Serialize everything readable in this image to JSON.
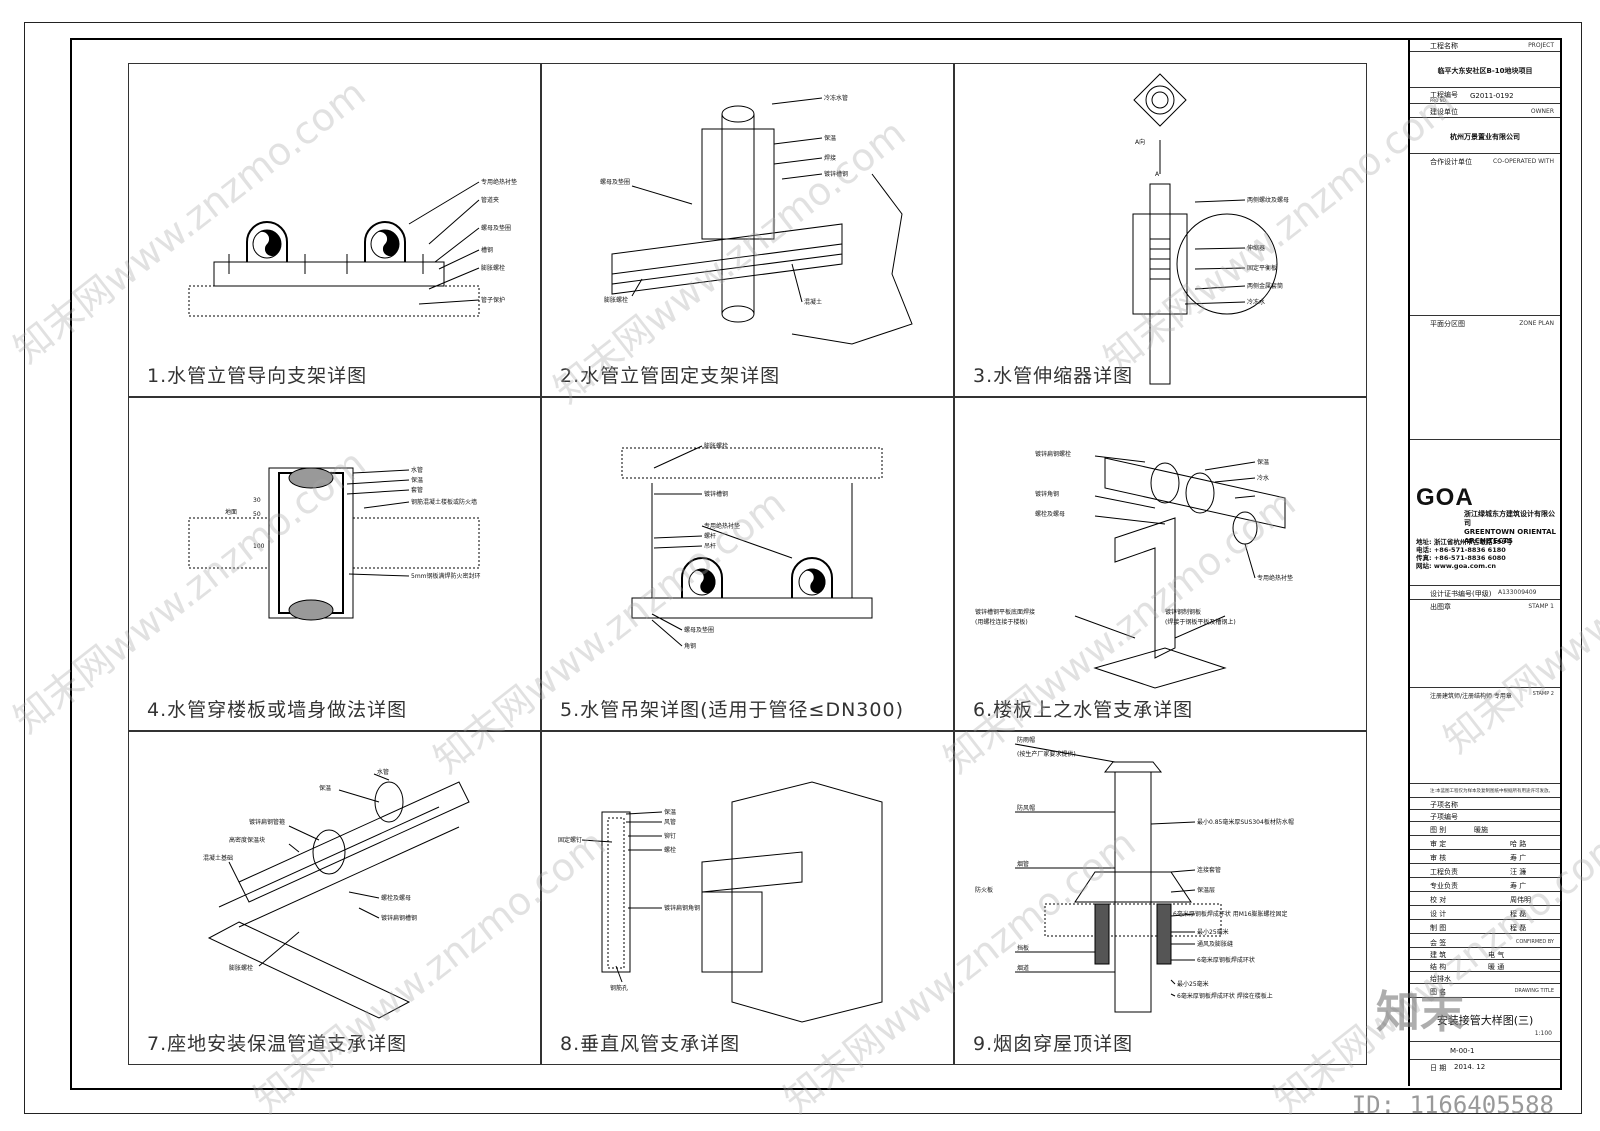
{
  "captions": [
    "1.水管立管导向支架详图",
    "2.水管立管固定支架详图",
    "3.水管伸缩器详图",
    "4.水管穿楼板或墙身做法详图",
    "5.水管吊架详图(适用于管径≤DN300)",
    "6.楼板上之水管支承详图",
    "7.座地安装保温管道支承详图",
    "8.垂直风管支承详图",
    "9.烟囱穿屋顶详图"
  ],
  "labels": {
    "d1": [
      "专用绝热衬垫",
      "管道夹",
      "螺母及垫圈",
      "槽钢",
      "膨胀螺栓",
      "管子保护"
    ],
    "d2": [
      "冷冻水管",
      "保温",
      "焊接",
      "镀锌槽钢",
      "螺母及垫圈",
      "膨胀螺栓",
      "混凝土"
    ],
    "d3": [
      "A向",
      "A",
      "两侧螺纹及螺母",
      "伸缩器",
      "固定平衡板",
      "两侧金属套筒",
      "冷冻水"
    ],
    "d4": [
      "水管",
      "保温",
      "套管",
      "钢筋混凝土楼板或防火墙",
      "5mm钢板满焊防火密封环",
      "地面",
      "30",
      "50",
      "100"
    ],
    "d5": [
      "膨胀螺栓",
      "镀锌槽钢",
      "专用绝热衬垫",
      "螺杆",
      "吊杆",
      "螺母及垫圈",
      "角钢"
    ],
    "d6": [
      "镀锌扁钢螺栓",
      "镀锌角钢",
      "螺栓及螺母",
      "保温",
      "冷水",
      "专用绝热衬垫",
      "镀锌槽钢平板底面焊接",
      "(用螺栓连接于楼板)",
      "镀锌钢制钢板",
      "(焊接于钢板平板及槽钢上)"
    ],
    "d7": [
      "水管",
      "保温",
      "镀锌扁钢管箍",
      "高密度保温块",
      "混凝土基础",
      "螺栓及螺母",
      "镀锌扁钢槽钢",
      "膨胀螺栓"
    ],
    "d8": [
      "保温",
      "风管",
      "固定螺钉",
      "铆钉",
      "螺栓",
      "镀锌扁钢角钢",
      "钢筋孔"
    ],
    "d9": [
      "防雨帽",
      "(按生产厂家要求提供)",
      "防风帽",
      "烟管",
      "最小0.85毫米厚SUS304板材防水帽",
      "连接套管",
      "保温层",
      "防火板",
      "6毫米厚钢板焊成环状 用M16膨胀螺栓固定",
      "最小25毫米",
      "通风及膨胀缝",
      "6毫米厚钢板焊成环状",
      "挡板",
      "烟道",
      "最小25毫米",
      "6毫米厚钢板焊成环状 焊接在楼板上"
    ]
  },
  "titleblock": {
    "project_label": "工程名称",
    "project_label_en": "PROJECT",
    "project_name": "临平大东安社区B-10地块项目",
    "project_no_label": "工程编号",
    "project_no_en": "PRO NO.",
    "project_no": "G2011-0192",
    "owner_label": "建设单位",
    "owner_en": "OWNER",
    "owner": "杭州万景置业有限公司",
    "coop_label": "合作设计单位",
    "coop_en": "CO-OPERATED WITH",
    "zone_label": "平面分区图",
    "zone_en": "ZONE PLAN",
    "firm_logo": "GOA",
    "firm_cn": "浙江绿城东方建筑设计有限公司",
    "firm_en": "GREENTOWN ORIENTAL ARCHITECTS",
    "addr": "地址: 浙江省杭州市古墩路399号",
    "tel": "电话: +86-571-8836 6180",
    "fax": "传真: +86-571-8836 6080",
    "web": "网站: www.goa.com.cn",
    "cert_label": "设计证书编号(甲级)",
    "cert": "A133009409",
    "stamp1_label": "出图章",
    "stamp1_en": "STAMP 1",
    "stamp2_label": "注册建筑师/注册结构师 专用章",
    "stamp2_en": "STAMP 2",
    "note": "注:本蓝图工程仅为样本及复制图纸中根据所有用途许可发放。",
    "sub_label": "子项名称",
    "sub_no_label": "子项编号",
    "cat_label": "图 别",
    "cat": "暖施",
    "sign_rows": [
      [
        "审 定",
        "哈 路"
      ],
      [
        "审 核",
        "寿 广"
      ],
      [
        "工程负责",
        "汪 濂"
      ],
      [
        "专业负责",
        "寿 广"
      ],
      [
        "校 对",
        "周伟明"
      ],
      [
        "设 计",
        "程 磊"
      ],
      [
        "制 图",
        "程 磊"
      ]
    ],
    "confirm_label": "会 签",
    "confirm_en": "CONFIRMED BY",
    "disc": [
      [
        "建 筑",
        "电 气"
      ],
      [
        "结 构",
        "暖 通"
      ],
      [
        "给排水",
        ""
      ]
    ],
    "drawing_title_label": "图 名",
    "drawing_title_en": "DRAWING TITLE",
    "drawing_title": "安装接管大样图(三)",
    "scale": "1:100",
    "number": "M-00-1",
    "date_label": "日 期",
    "date": "2014. 12"
  },
  "watermarks": [
    "知末网www.znzmo.com",
    "知末网www.znzmo.com",
    "知末网www.znzmo.com",
    "知末网www.znzmo.com",
    "知末网www.znzmo.com",
    "知末网www.znzmo.com",
    "知末网www.znzmo.com",
    "知末网www.znzmo.com",
    "知末网www.znzmo.com",
    "知末网www.znzmo.com"
  ],
  "corner_mark": "知末",
  "id_mark": "ID: 1166405588"
}
